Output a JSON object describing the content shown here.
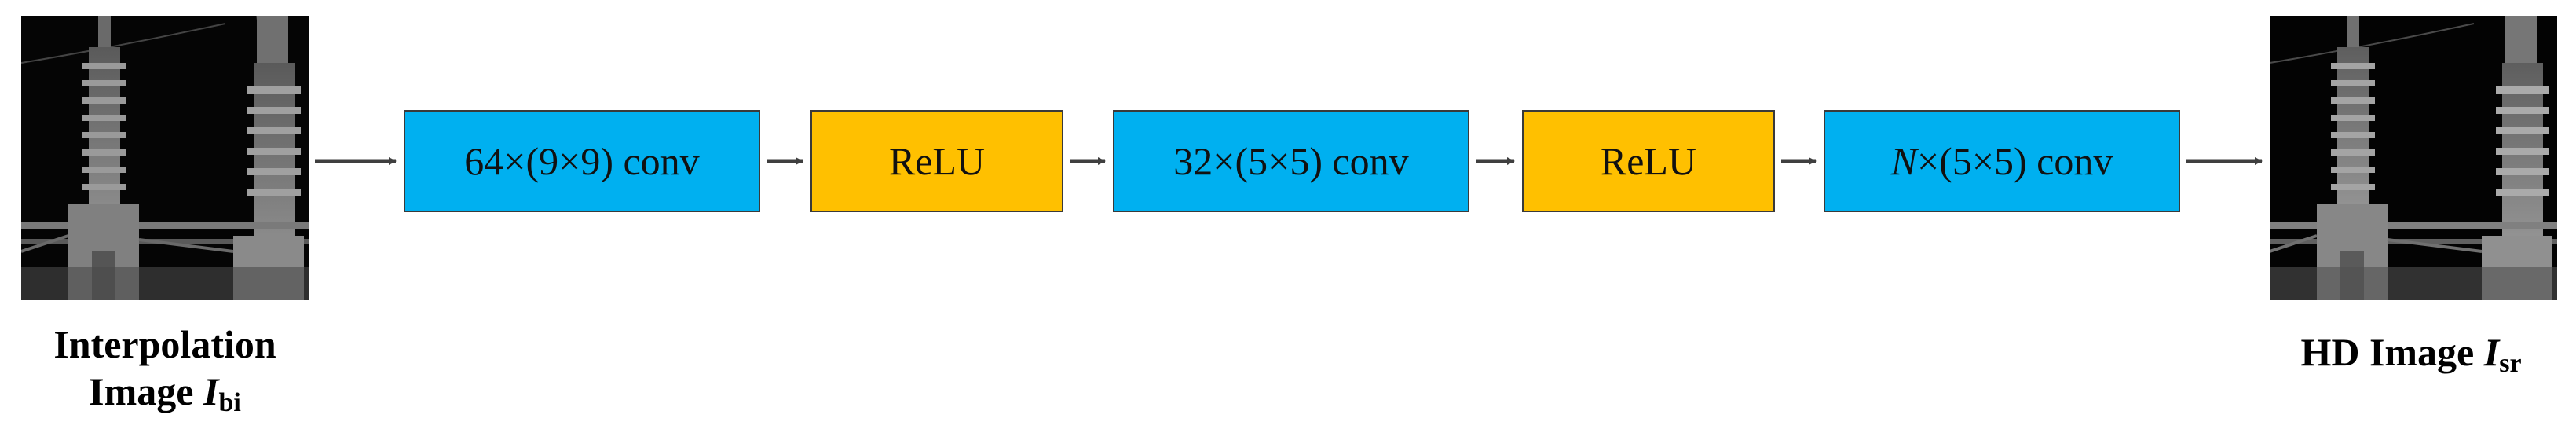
{
  "input": {
    "caption_line1": "Interpolation",
    "caption_word": "Image",
    "caption_symbol": "I",
    "caption_sub": "bi"
  },
  "output": {
    "caption_word": "HD Image",
    "caption_symbol": "I",
    "caption_sub": "sr"
  },
  "blocks": [
    {
      "id": "conv1",
      "type": "conv",
      "label": "64×(9×9) conv"
    },
    {
      "id": "relu1",
      "type": "relu",
      "label": "ReLU"
    },
    {
      "id": "conv2",
      "type": "conv",
      "label": "32×(5×5) conv"
    },
    {
      "id": "relu2",
      "type": "relu",
      "label": "ReLU"
    },
    {
      "id": "conv3",
      "type": "conv",
      "label_symbol": "N",
      "label_rest": "×(5×5) conv"
    }
  ],
  "colors": {
    "conv": "#00b0f0",
    "relu": "#ffc000",
    "arrow": "#3f3f3f",
    "border": "#3a3a3a"
  },
  "icons": {
    "input_image": "infrared-insulator-photo",
    "output_image": "infrared-insulator-photo",
    "connector": "arrow-right-icon"
  }
}
